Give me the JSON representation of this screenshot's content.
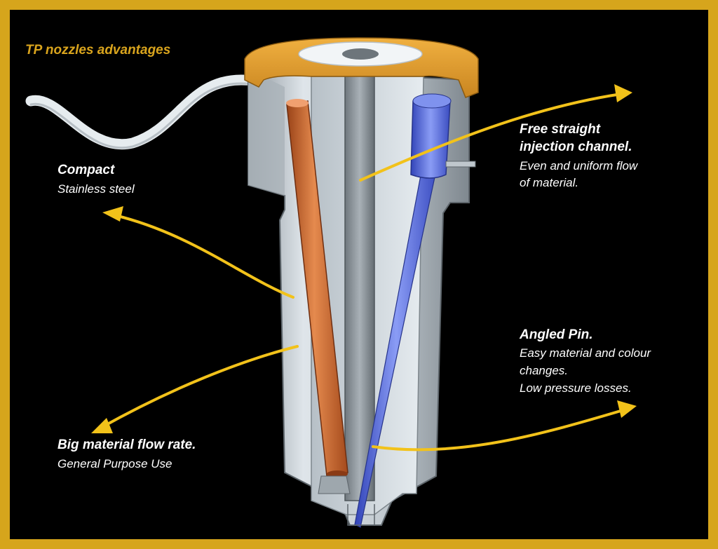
{
  "title": "TP nozzles advantages",
  "labels": {
    "compact": {
      "heading": "Compact",
      "lines": [
        "Stainless steel"
      ]
    },
    "channel": {
      "heading_lines": [
        "Free straight",
        "injection channel."
      ],
      "lines": [
        "Even and uniform flow",
        "of material."
      ]
    },
    "pin": {
      "heading": "Angled Pin.",
      "lines": [
        "Easy material and colour",
        "changes.",
        "Low pressure losses."
      ]
    },
    "flow": {
      "heading": "Big material flow rate.",
      "lines": [
        "General Purpose Use"
      ]
    }
  },
  "colors": {
    "frame": "#d6a51c",
    "background": "#000000",
    "arrow": "#f2c21a",
    "steel": "#c9d0d6",
    "heater_rod": "#c9622a",
    "pin": "#5a6fe0",
    "collar": "#e0a030"
  }
}
